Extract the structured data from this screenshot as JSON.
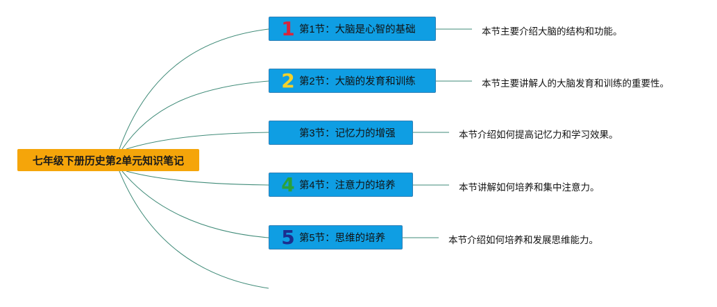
{
  "root": {
    "label": "七年级下册历史第2单元知识笔记"
  },
  "branches": [
    {
      "number": "1",
      "number_color": "#d7263d",
      "label": "第1节：大脑是心智的基础",
      "description": "本节主要介绍大脑的结构和功能。"
    },
    {
      "number": "2",
      "number_color": "#f3d12b",
      "label": "第2节：大脑的发育和训练",
      "description": "本节主要讲解人的大脑发育和训练的重要性。"
    },
    {
      "number": "",
      "number_color": "",
      "label": "第3节：记忆力的增强",
      "description": "本节介绍如何提高记忆力和学习效果。"
    },
    {
      "number": "4",
      "number_color": "#2aa13a",
      "label": "第4节：注意力的培养",
      "description": "本节讲解如何培养和集中注意力。"
    },
    {
      "number": "5",
      "number_color": "#1b2f8f",
      "label": "第5节：思维的培养",
      "description": "本节介绍如何培养和发展思维能力。"
    }
  ],
  "colors": {
    "root_fill": "#f5a50a",
    "topic_fill": "#0f9ee3",
    "connector": "#3e8a77"
  }
}
